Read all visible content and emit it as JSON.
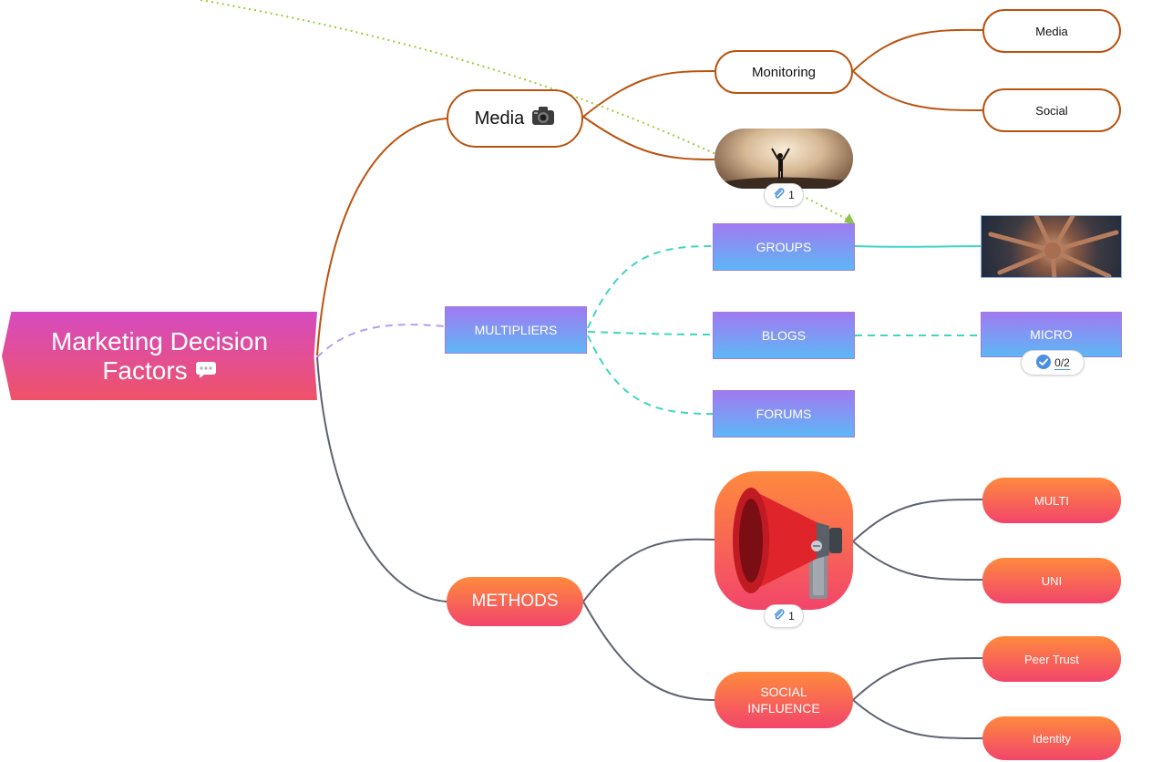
{
  "root": {
    "line1": "Marketing Decision",
    "line2": "Factors",
    "icon": "speech-bubble-icon"
  },
  "branches": {
    "media": {
      "label": "Media",
      "icon": "camera-icon",
      "monitoring": {
        "label": "Monitoring",
        "children": [
          "Media",
          "Social"
        ]
      },
      "image_attachment_count": "1"
    },
    "multipliers": {
      "label": "MULTIPLIERS",
      "groups": "GROUPS",
      "blogs": "BLOGS",
      "forums": "FORUMS",
      "micro": {
        "label": "MICRO",
        "tasks": "0/2"
      }
    },
    "methods": {
      "label": "METHODS",
      "megaphone_attachment_count": "1",
      "megaphone_children": [
        "MULTI",
        "UNI"
      ],
      "social_influence": {
        "line1": "SOCIAL",
        "line2": "INFLUENCE",
        "children": [
          "Peer Trust",
          "Identity"
        ]
      }
    }
  },
  "colors": {
    "media_branch": "#b9530f",
    "multipliers_branch": "#3fd6c2",
    "multipliers_root_link": "#b79cf0",
    "methods_branch": "#5f6273",
    "relationship_arrow": "#9acd32"
  }
}
